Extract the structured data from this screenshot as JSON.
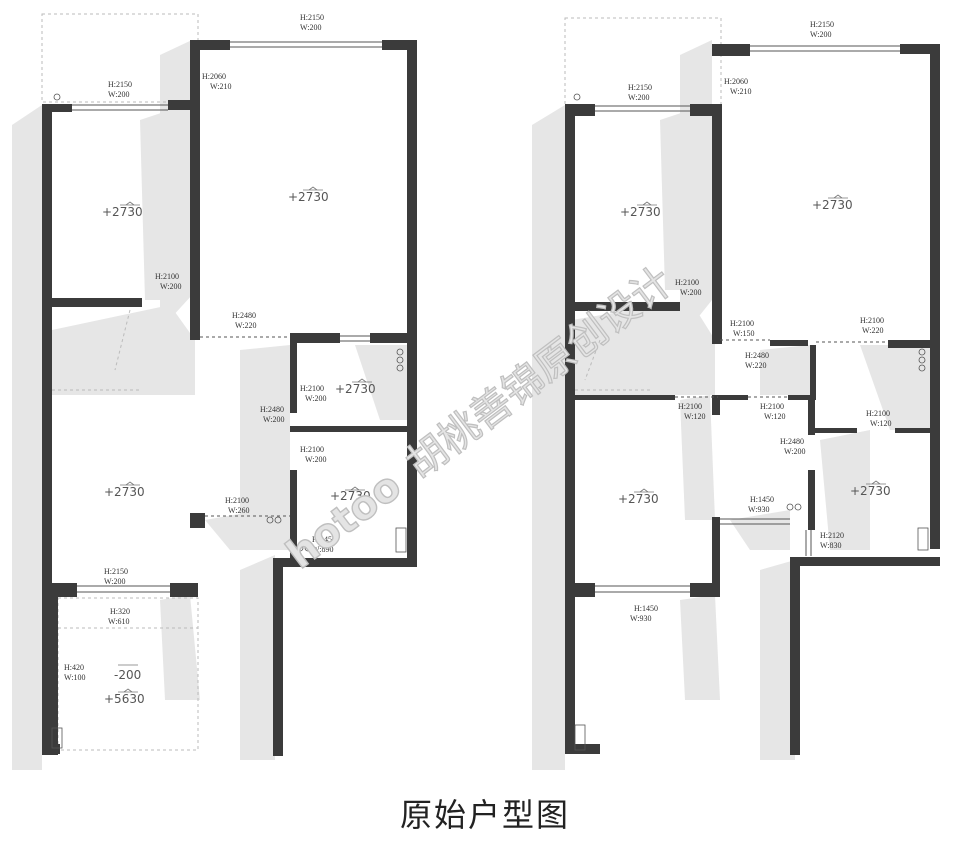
{
  "caption": "原始户型图",
  "watermark": {
    "logo": "hotoo",
    "text": "胡桃善锦原创设计"
  },
  "colors": {
    "wall": "#3b3b3b",
    "shadow": "#e6e6e6",
    "dashed": "#bbbbbb",
    "ink": "#333333",
    "beam": "#8a8a8a"
  },
  "plans": [
    {
      "id": "original-left",
      "levels": [
        "+2730",
        "+2730",
        "+2730",
        "+2730",
        "+2730",
        "-200",
        "+5630"
      ],
      "dims": [
        [
          "H:2150",
          "W:200"
        ],
        [
          "H:2060",
          "W:210"
        ],
        [
          "H:2150",
          "W:200"
        ],
        [
          "H:2100",
          "W:200"
        ],
        [
          "H:2480",
          "W:220"
        ],
        [
          "H:2100",
          "W:200"
        ],
        [
          "H:2480",
          "W:200"
        ],
        [
          "H:2100",
          "W:200"
        ],
        [
          "H:2100",
          "W:260"
        ],
        [
          "H:1450",
          "W:890"
        ],
        [
          "H:2150",
          "W:200"
        ],
        [
          "H:320",
          "W:610"
        ],
        [
          "H:420",
          "W:100"
        ]
      ]
    },
    {
      "id": "original-right",
      "levels": [
        "+2730",
        "+2730",
        "+2730",
        "+2730"
      ],
      "dims": [
        [
          "H:2150",
          "W:200"
        ],
        [
          "H:2060",
          "W:210"
        ],
        [
          "H:2150",
          "W:200"
        ],
        [
          "H:2100",
          "W:200"
        ],
        [
          "H:2100",
          "W:150"
        ],
        [
          "H:2100",
          "W:220"
        ],
        [
          "H:2480",
          "W:220"
        ],
        [
          "H:2100",
          "W:120"
        ],
        [
          "H:2100",
          "W:120"
        ],
        [
          "H:2100",
          "W:120"
        ],
        [
          "H:2480",
          "W:200"
        ],
        [
          "H:1450",
          "W:930"
        ],
        [
          "H:2120",
          "W:830"
        ],
        [
          "H:1450",
          "W:930"
        ]
      ]
    }
  ]
}
